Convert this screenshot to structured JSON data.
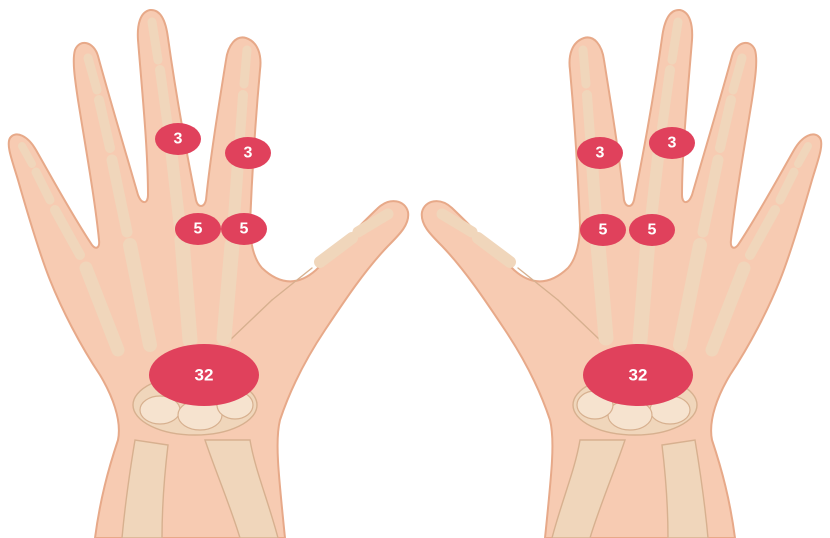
{
  "colors": {
    "skin": "#f7cbb2",
    "skin_outline": "#e7a989",
    "bone": "#f3dcc4",
    "bone_outline": "#d7b08f",
    "marker": "#e0415c"
  },
  "hands": [
    {
      "side": "left",
      "markers": [
        {
          "label": "3"
        },
        {
          "label": "3"
        },
        {
          "label": "5"
        },
        {
          "label": "5"
        },
        {
          "label": "32"
        }
      ]
    },
    {
      "side": "right",
      "markers": [
        {
          "label": "3"
        },
        {
          "label": "3"
        },
        {
          "label": "5"
        },
        {
          "label": "5"
        },
        {
          "label": "32"
        }
      ]
    }
  ]
}
